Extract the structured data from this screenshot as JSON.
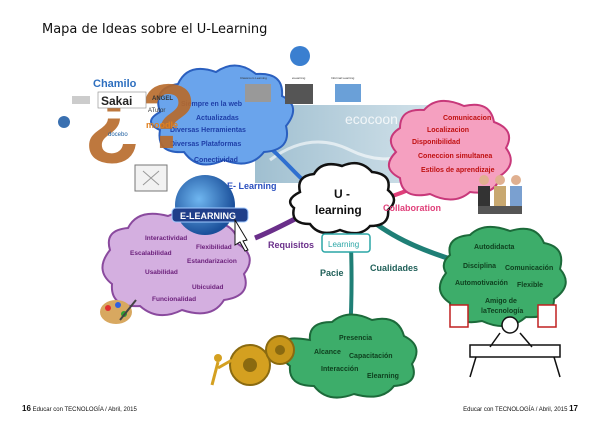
{
  "title": "Mapa de Ideas sobre el U-Learning",
  "center": {
    "line1": "U -",
    "line2": "learning"
  },
  "branches": {
    "elearning": "E- Learning",
    "collaboration": "Collaboration",
    "requisitos": "Requisitos",
    "cualidades": "Cualidades",
    "paciencia": "Pacie",
    "learning_small": "Learning"
  },
  "cloud_top": {
    "items": [
      "Siempre en la web",
      "Actualizadas",
      "Diversas Herramientas",
      "Diversas Plataformas",
      "Conectividad"
    ]
  },
  "cloud_right": {
    "items": [
      "Comunicacion",
      "Localizacion",
      "Disponibilidad",
      "Coneccion simultanea",
      "Estilos de aprendizaje"
    ]
  },
  "cloud_left": {
    "items": [
      "Interactividad",
      "Flexibilidad",
      "Escalabilidad",
      "Estandarizacion",
      "Usabilidad",
      "Ubicuidad",
      "Funcionalidad"
    ]
  },
  "cloud_cualidades": {
    "items": [
      "Autodidacta",
      "Disciplina",
      "Comunicación",
      "Automotivación",
      "Flexible",
      "Amigo de",
      "laTecnología"
    ]
  },
  "cloud_bottom": {
    "items": [
      "Presencia",
      "Alcance",
      "Capacitación",
      "Interacción",
      "Elearning"
    ]
  },
  "logos": {
    "chamilo": "Chamilo",
    "sakai": "Sakai",
    "angel": "ANGEL",
    "atutor": "ATutor",
    "moodle": "moodle",
    "docebo": "docebo",
    "elearning_badge": "E-LEARNING",
    "icon_label_1": "Classroom Learning",
    "icon_label_2": "eLearning",
    "icon_label_3": "Informal Learning",
    "watermark": "ecocoon"
  },
  "footer": {
    "left_num": "16",
    "left_text": "Educar con TECNOLOGÍA / Abril, 2015",
    "right_text": "Educar con TECNOLOGÍA / Abril, 2015",
    "right_num": "17"
  },
  "colors": {
    "cloud_blue": "#5d9be8",
    "cloud_pink": "#f28cb0",
    "cloud_purple": "#c9a0d8",
    "cloud_green": "#3aa866",
    "teal": "#1f7f76",
    "text_blue": "#1f3fa8",
    "text_red": "#c01010",
    "text_purple": "#6a1f7a",
    "text_green": "#0e5a2e"
  }
}
